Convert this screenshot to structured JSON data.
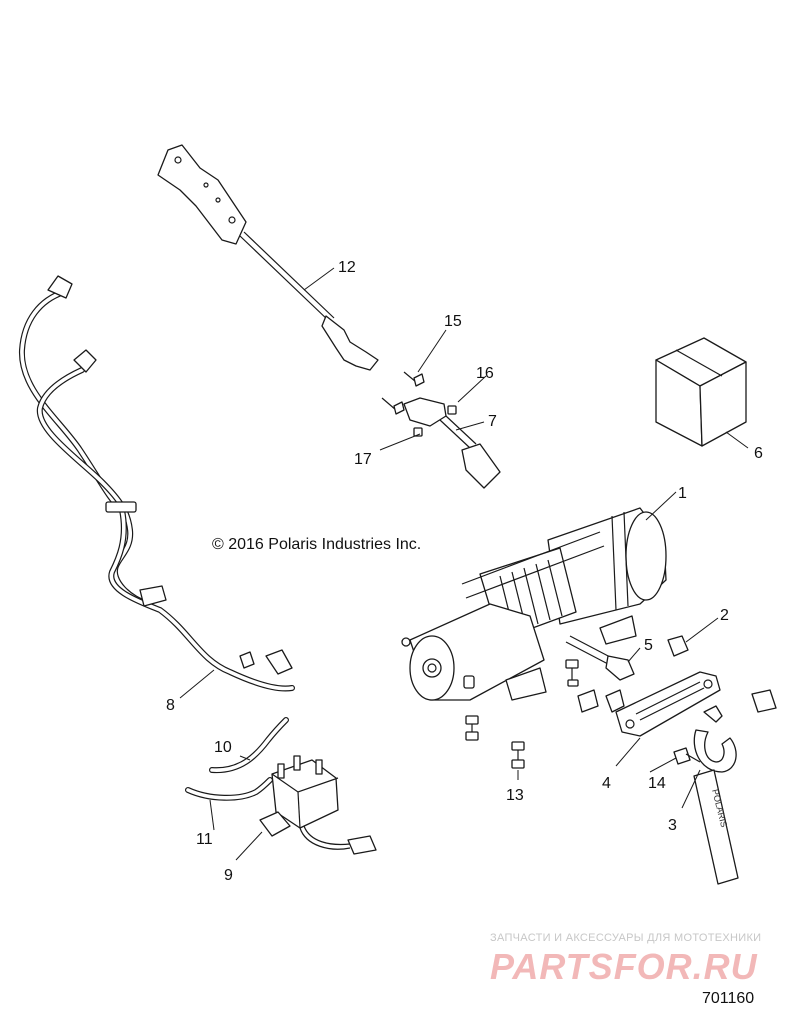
{
  "copyright": "© 2016 Polaris Industries Inc.",
  "figure_number": "701160",
  "watermark": {
    "top_text": "ЗАПЧАСТИ И АКСЕССУАРЫ ДЛЯ МОТОТЕХНИКИ",
    "logo_text": "PARTSFOR.RU"
  },
  "callouts": {
    "c1": "1",
    "c2": "2",
    "c3": "3",
    "c4": "4",
    "c5": "5",
    "c6": "6",
    "c7": "7",
    "c8": "8",
    "c9": "9",
    "c10": "10",
    "c11": "11",
    "c12": "12",
    "c13": "13",
    "c14": "14",
    "c15": "15",
    "c16": "16",
    "c17": "17"
  },
  "strap_text": "POLARIS"
}
